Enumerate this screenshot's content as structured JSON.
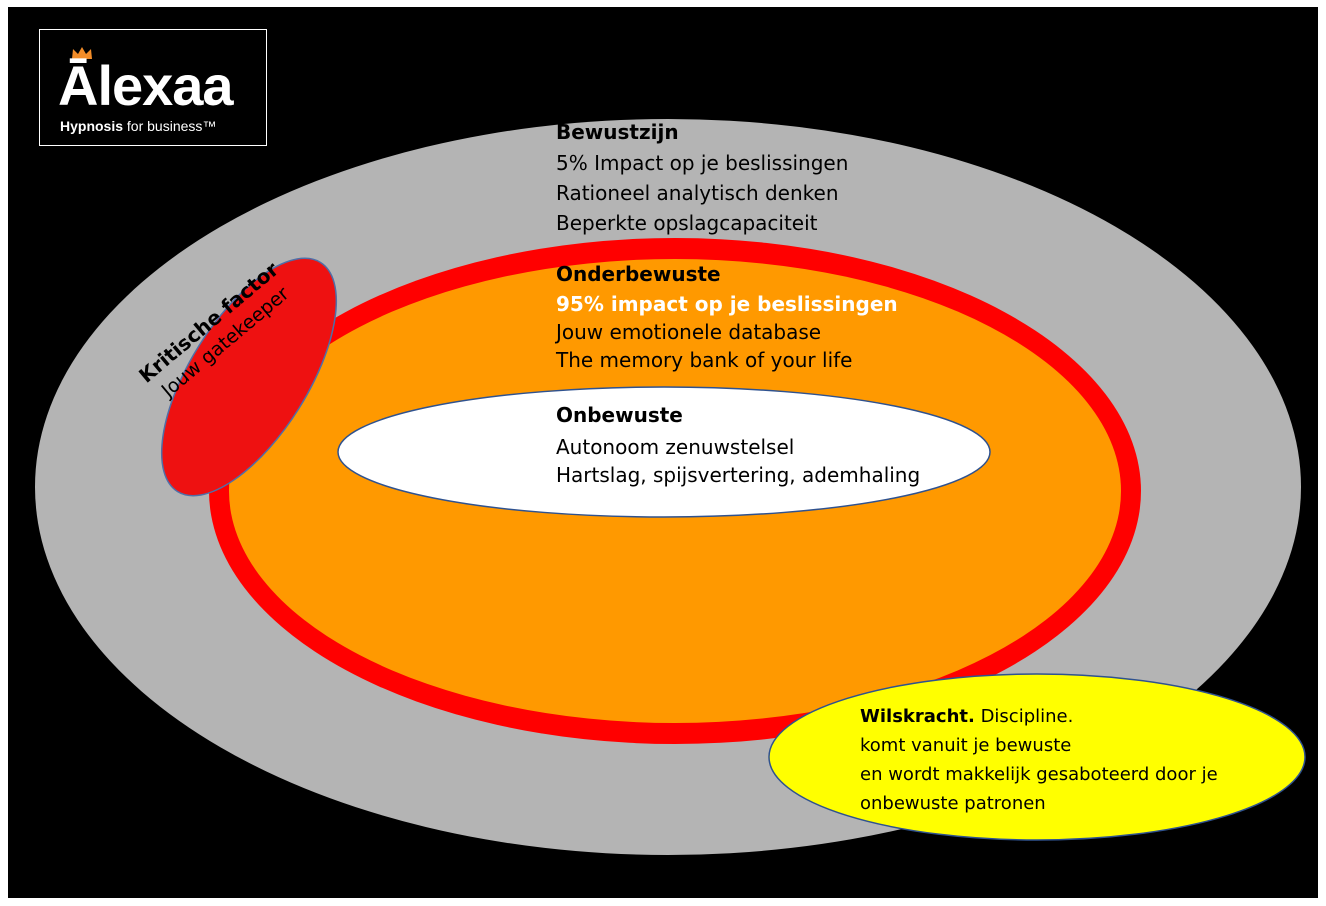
{
  "logo": {
    "name": "Ālexaa",
    "tagline_bold": "Hypnosis",
    "tagline_rest": " for business™"
  },
  "bewustzijn": {
    "title": "Bewustzijn",
    "lines": [
      "5% Impact op je beslissingen",
      "Rationeel analytisch denken",
      "Beperkte opslagcapaciteit"
    ]
  },
  "onderbewuste": {
    "title": "Onderbewuste",
    "highlight": "95% impact op je beslissingen",
    "lines": [
      "Jouw emotionele database",
      "The memory bank of your life"
    ]
  },
  "onbewuste": {
    "title": "Onbewuste",
    "lines": [
      "Autonoom zenuwstelsel",
      "Hartslag, spijsvertering, ademhaling"
    ]
  },
  "kritische_factor": {
    "title": "Kritische factor",
    "subtitle": "Jouw gatekeeper"
  },
  "wilskracht": {
    "title": "Wilskracht.",
    "title_rest": " Discipline.",
    "lines": [
      "komt vanuit je bewuste",
      "en wordt makkelijk gesaboteerd door je",
      "onbewuste patronen"
    ]
  },
  "colors": {
    "background": "#000000",
    "outer_ellipse": "#b4b4b4",
    "ring": "#ff0000",
    "middle_ellipse": "#ff9900",
    "inner_ellipse": "#ffffff",
    "gatekeeper": "#ee1111",
    "wilskracht": "#ffff00"
  }
}
